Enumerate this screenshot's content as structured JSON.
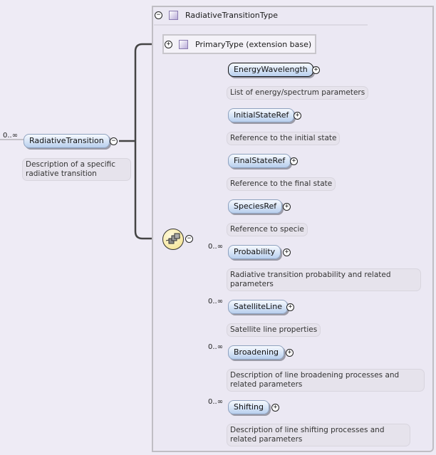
{
  "root": {
    "cardinality": "0..∞",
    "name": "RadiativeTransition",
    "doc": "Description of a specific radiative transition",
    "toggle_icon": "collapse-icon"
  },
  "type": {
    "name": "RadiativeTransitionType",
    "toggle_icon": "collapse-icon",
    "type_icon": "complex-type-icon",
    "extension": {
      "label": "PrimaryType (extension base)",
      "toggle_icon": "expand-icon",
      "type_icon": "complex-type-icon"
    }
  },
  "compositor": {
    "kind": "sequence",
    "icon": "sequence-icon",
    "toggle_icon": "collapse-icon"
  },
  "children": [
    {
      "name": "EnergyWavelength",
      "cardinality": "",
      "doc": "List of energy/spectrum parameters",
      "required": true
    },
    {
      "name": "InitialStateRef",
      "cardinality": "",
      "doc": "Reference to the initial state",
      "required": false
    },
    {
      "name": "FinalStateRef",
      "cardinality": "",
      "doc": "Reference to the final state",
      "required": false
    },
    {
      "name": "SpeciesRef",
      "cardinality": "",
      "doc": "Reference to specie",
      "required": false
    },
    {
      "name": "Probability",
      "cardinality": "0..∞",
      "doc": "Radiative transition probability and related parameters",
      "required": false
    },
    {
      "name": "SatelliteLine",
      "cardinality": "0..∞",
      "doc": "Satellite line properties",
      "required": false
    },
    {
      "name": "Broadening",
      "cardinality": "0..∞",
      "doc": "Description of line broadening processes and related parameters",
      "required": false
    },
    {
      "name": "Shifting",
      "cardinality": "0..∞",
      "doc": "Description of line shifting processes and related parameters",
      "required": false
    }
  ],
  "colors": {
    "background": "#eeebf5",
    "pill_top": "#f6f9fe",
    "pill_bottom": "#b8cfee",
    "compositor": "#f6e7a0"
  }
}
